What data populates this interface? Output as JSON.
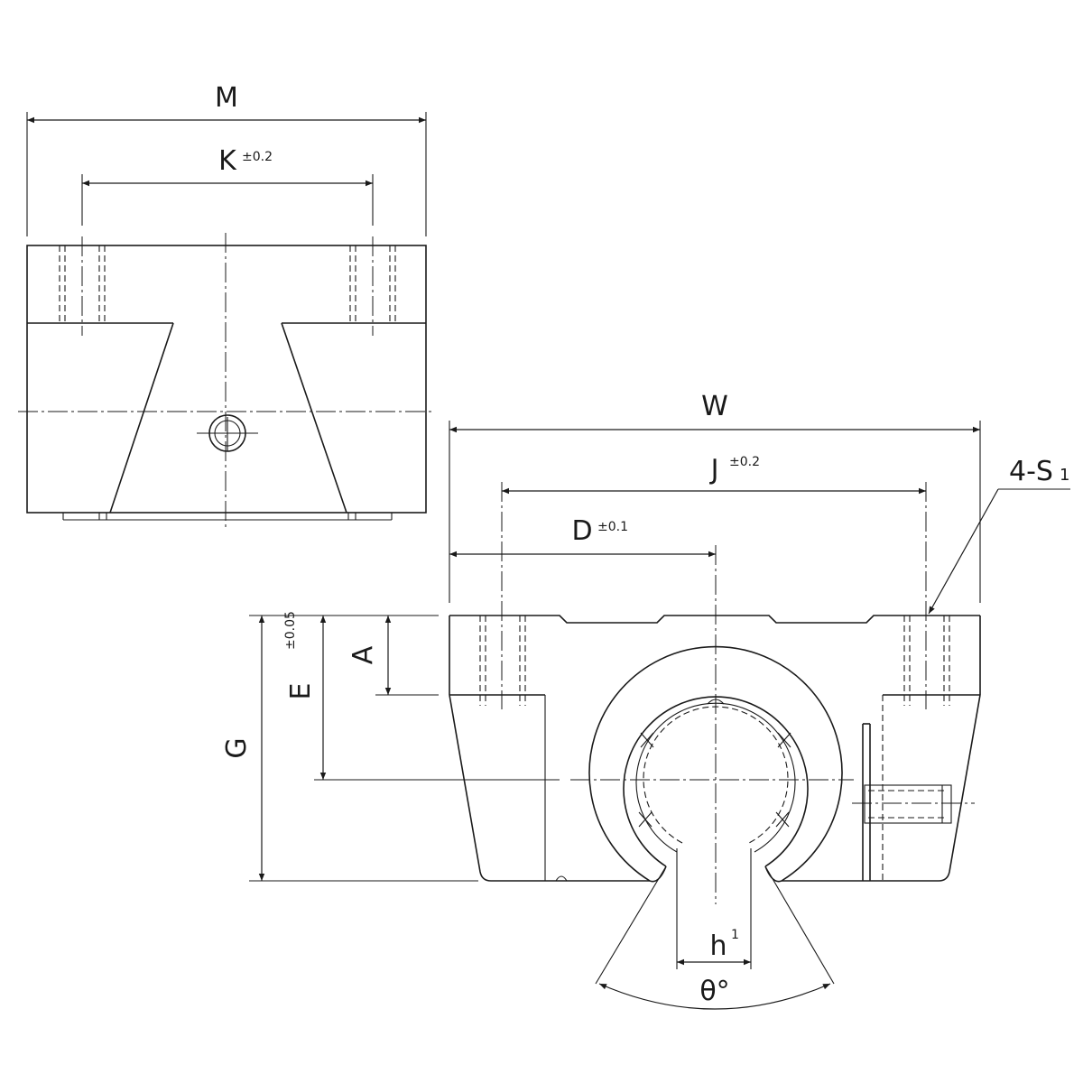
{
  "labels": {
    "M": "M",
    "K": "K",
    "K_tol": "±0.2",
    "W": "W",
    "J": "J",
    "J_tol": "±0.2",
    "D": "D",
    "D_tol": "±0.1",
    "S": "4-S",
    "S_sub": "1",
    "A": "A",
    "E": "E",
    "E_tol": "±0.05",
    "G": "G",
    "h": "h",
    "h_sup": "1",
    "theta": "θ°"
  }
}
